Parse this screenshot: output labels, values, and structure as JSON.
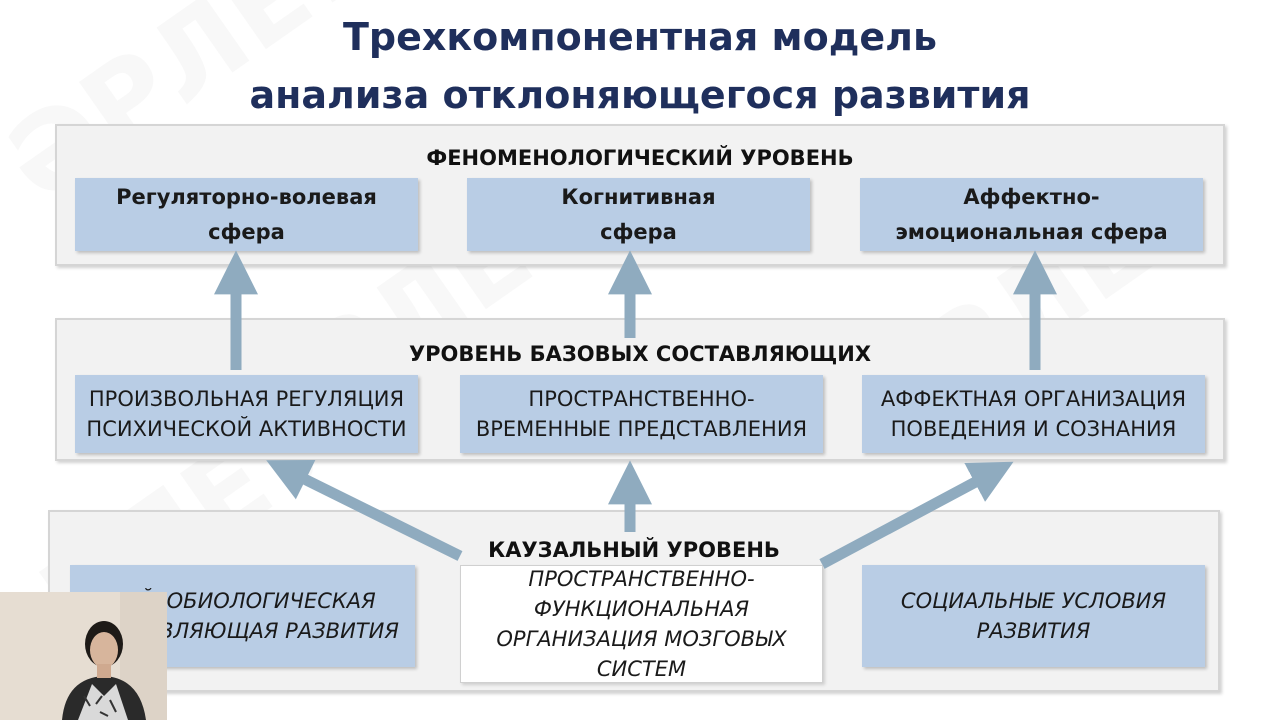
{
  "title": {
    "line1": "Трехкомпонентная модель",
    "line2": "анализа отклоняющегося развития"
  },
  "watermark_text": "ӘРЛЕУ",
  "phenomenological": {
    "title": "ФЕНОМЕНОЛОГИЧЕСКИЙ УРОВЕНЬ",
    "items": [
      "Регуляторно-волевая\nсфера",
      "Когнитивная\nсфера",
      "Аффектно-\nэмоциональная сфера"
    ]
  },
  "basic": {
    "title": "УРОВЕНЬ БАЗОВЫХ СОСТАВЛЯЮЩИХ",
    "items": [
      "ПРОИЗВОЛЬНАЯ РЕГУЛЯЦИЯ\nПСИХИЧЕСКОЙ АКТИВНОСТИ",
      "ПРОСТРАНСТВЕННО-\nВРЕМЕННЫЕ ПРЕДСТАВЛЕНИЯ",
      "АФФЕКТНАЯ ОРГАНИЗАЦИЯ\nПОВЕДЕНИЯ И СОЗНАНИЯ"
    ]
  },
  "causal": {
    "title": "КАУЗАЛЬНЫЙ УРОВЕНЬ",
    "items": [
      "НЕЙРОБИОЛОГИЧЕСКАЯ\nСОСТАВЛЯЮЩАЯ РАЗВИТИЯ",
      "ПРОСТРАНСТВЕННО-\nФУНКЦИОНАЛЬНАЯ\nОРГАНИЗАЦИЯ МОЗГОВЫХ\nСИСТЕМ",
      "СОЦИАЛЬНЫЕ УСЛОВИЯ\nРАЗВИТИЯ"
    ]
  },
  "colors": {
    "title": "#1f2f5c",
    "box_fill": "#b9cde5",
    "panel_fill": "#f2f2f2",
    "arrow": "#8fabbf"
  }
}
